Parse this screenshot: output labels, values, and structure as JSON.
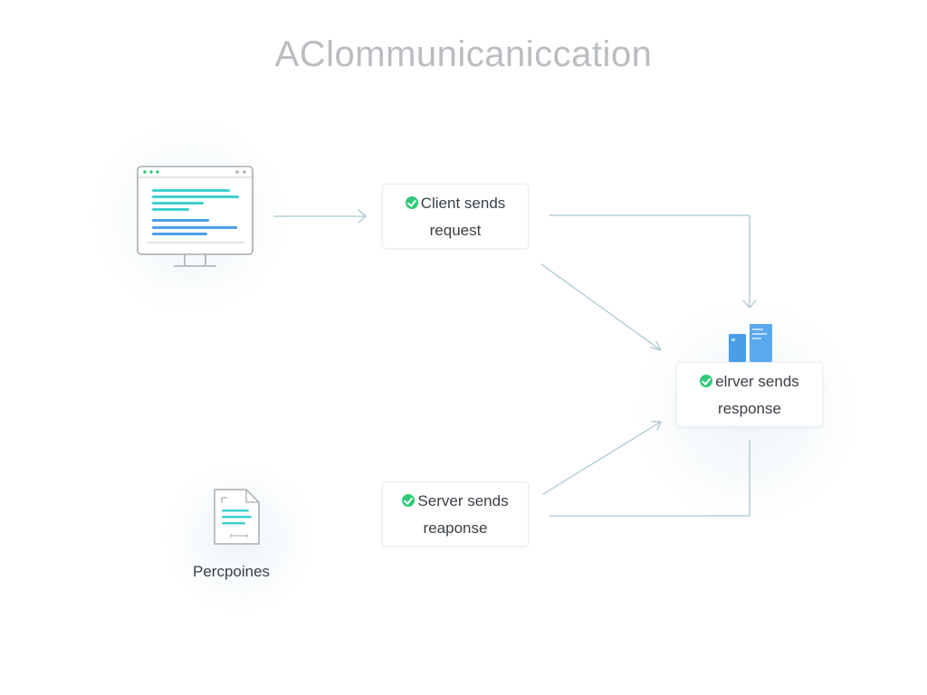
{
  "title": "AClommunicanicc​ation",
  "nodes": {
    "client_request": {
      "line1": "Client sends",
      "line2": "request"
    },
    "server_response_right": {
      "line1": "elrver sends",
      "line2": "response"
    },
    "server_response_bottom": {
      "line1": "Server sends",
      "line2": "reaponse"
    },
    "document": {
      "label": "Percpoines"
    }
  },
  "icons": {
    "client": "browser-window-icon",
    "server": "server-icon",
    "document": "document-icon",
    "status": "check-circle-icon"
  },
  "colors": {
    "accent_cyan": "#3fd0d0",
    "accent_blue": "#4a9ee8",
    "check_green": "#2fca78",
    "arrow": "#a9c6d2",
    "title": "#b9bdc1"
  }
}
